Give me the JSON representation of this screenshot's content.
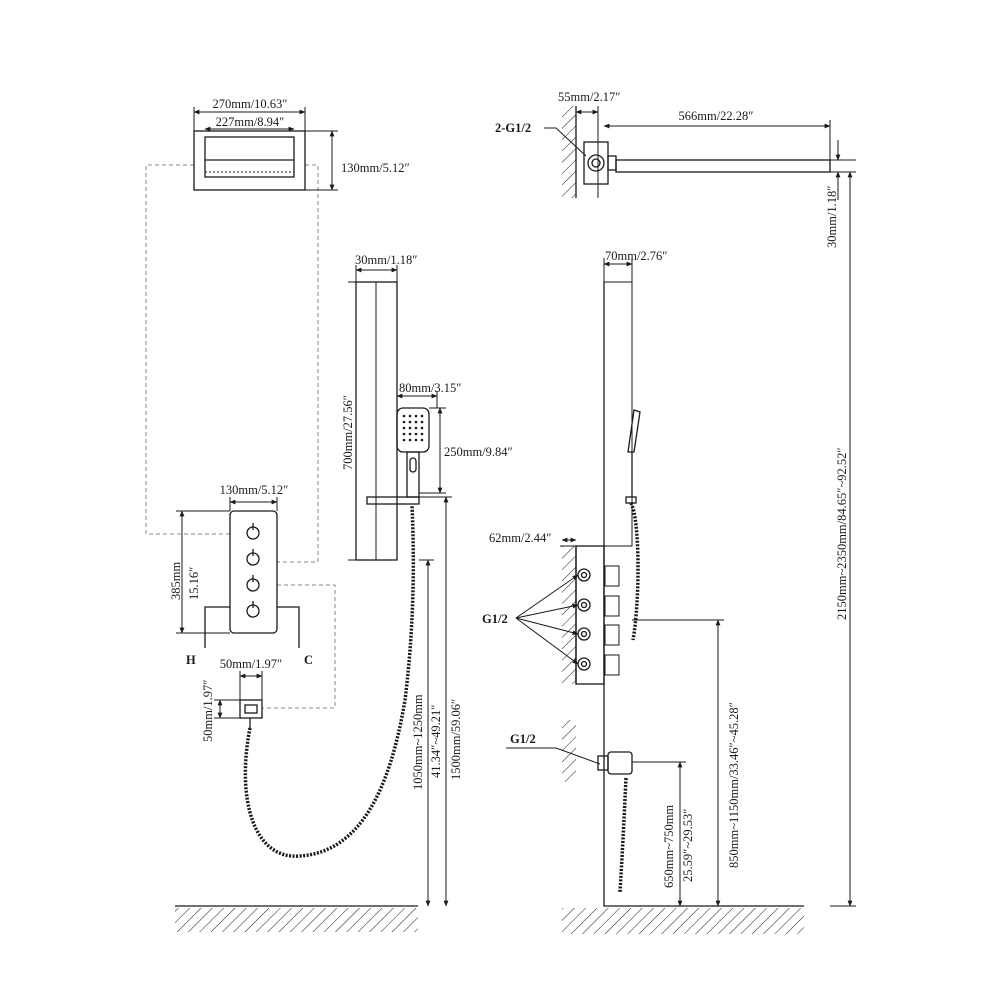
{
  "left_view": {
    "head_width_outer": "270mm/10.63″",
    "head_width_inner": "227mm/8.94″",
    "head_depth": "130mm/5.12″",
    "bar_width": "30mm/1.18″",
    "bar_length": "700mm/27.56″",
    "handheld_width": "80mm/3.15″",
    "handheld_length": "250mm/9.84″",
    "valve_width": "130mm/5.12″",
    "valve_height_mm": "385mm",
    "valve_height_in": "15.16″",
    "hot_label": "H",
    "cold_label": "C",
    "outlet_width": "50mm/1.97″",
    "outlet_height": "50mm/1.97″",
    "bar_height_range_mm": "1050mm~1250mm",
    "bar_height_range_in": "41.34″~49.21″",
    "hose_length": "1500mm/59.06″"
  },
  "right_view": {
    "wall_offset": "55mm/2.17″",
    "arm_length": "566mm/22.28″",
    "arm_inlet_label": "2-G1/2",
    "head_thickness": "30mm/1.18″",
    "bar_offset": "70mm/2.76″",
    "valve_depth": "62mm/2.44″",
    "valve_outlets_label": "G1/2",
    "elbow_label": "G1/2",
    "head_height_range": "2150mm~2350mm/84.65″~92.52″",
    "valve_height_range": "850mm~1150mm/33.46″~45.28″",
    "elbow_height_range_mm": "650mm~750mm",
    "elbow_height_range_in": "25.59″~29.53″"
  }
}
